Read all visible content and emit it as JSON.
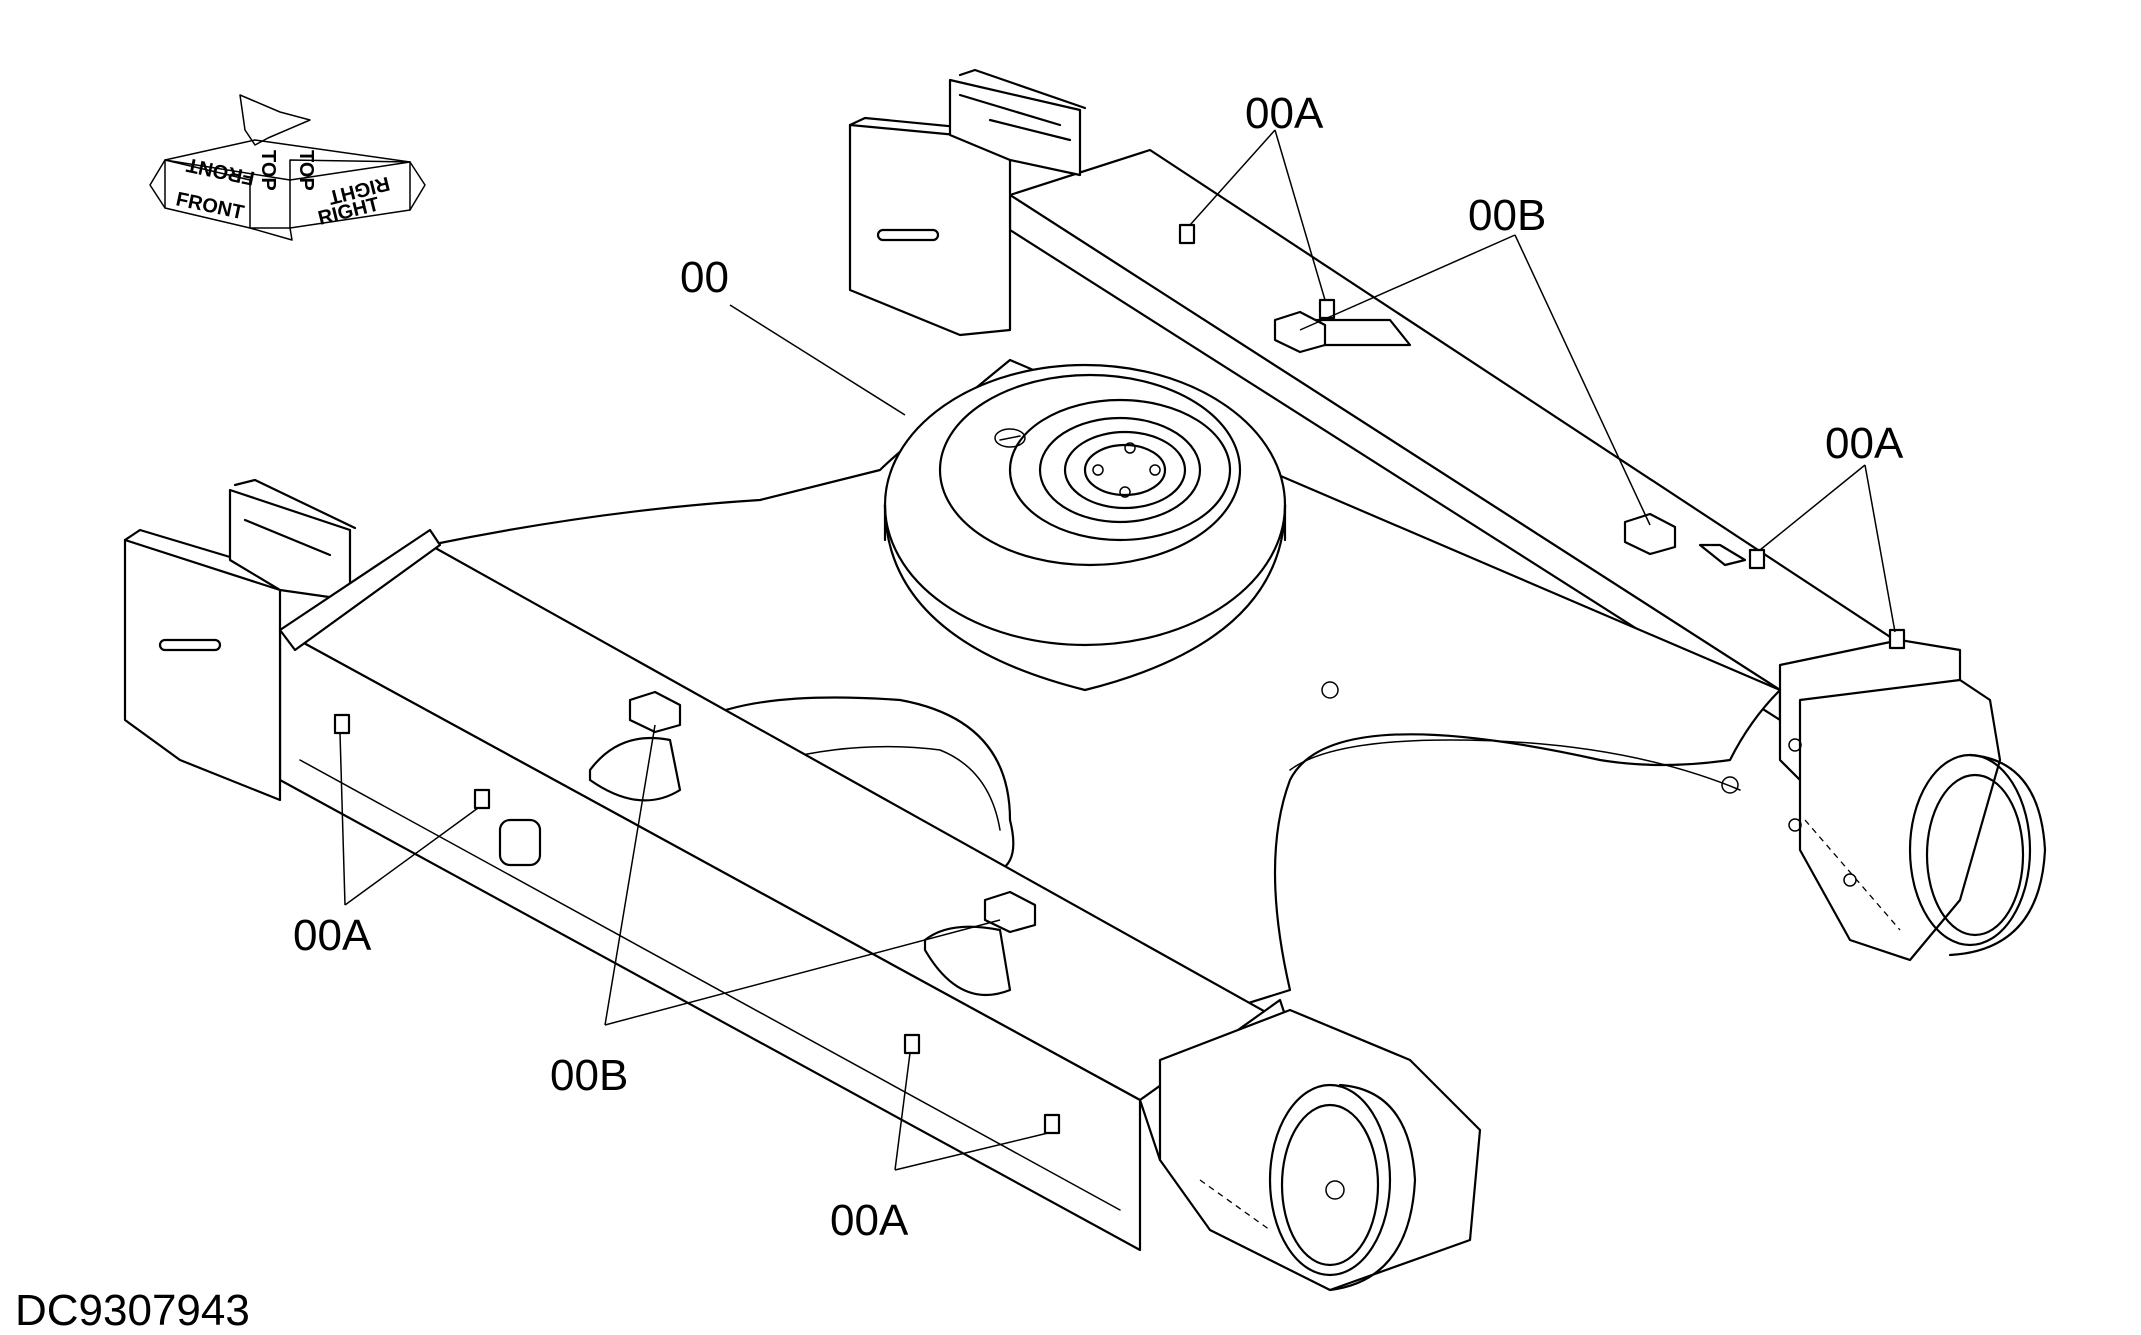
{
  "orientation": {
    "front": "FRONT",
    "top": "TOP",
    "right": "RIGHT"
  },
  "callouts": {
    "main": "00",
    "plate_top_left": "00A",
    "pad_top": "00B",
    "plate_top_right": "00A",
    "plate_bottom_left": "00A",
    "pad_bottom": "00B",
    "plate_bottom_right": "00A"
  },
  "document_id": "DC9307943"
}
